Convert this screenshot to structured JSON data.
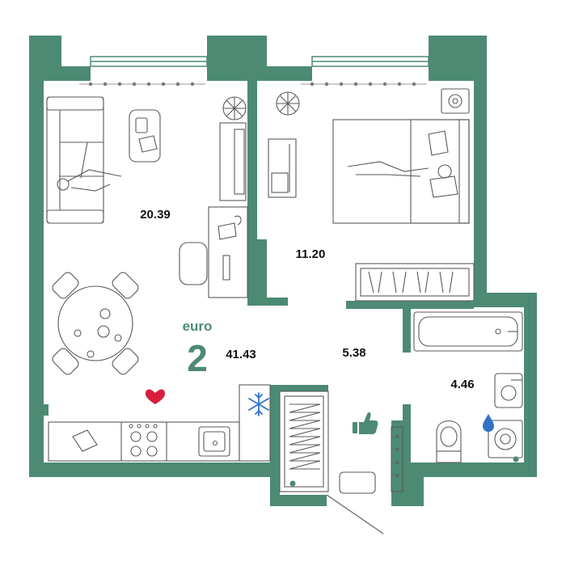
{
  "brand": {
    "label": "euro",
    "rooms_count": "2",
    "total_area": "41.43",
    "accent_color": "#4d8a73"
  },
  "rooms": {
    "living": {
      "area": "20.39"
    },
    "bedroom": {
      "area": "11.20"
    },
    "hall": {
      "area": "5.38"
    },
    "bathroom": {
      "area": "4.46"
    }
  },
  "colors": {
    "wall": "#4d8a73",
    "heart": "#d81e3c",
    "snowflake": "#2f73c8",
    "water_drop": "#2f73c8",
    "thumb": "#4d8a73"
  },
  "icons": [
    "heart-icon",
    "snowflake-icon",
    "thumbs-up-icon",
    "water-drop-icon"
  ]
}
